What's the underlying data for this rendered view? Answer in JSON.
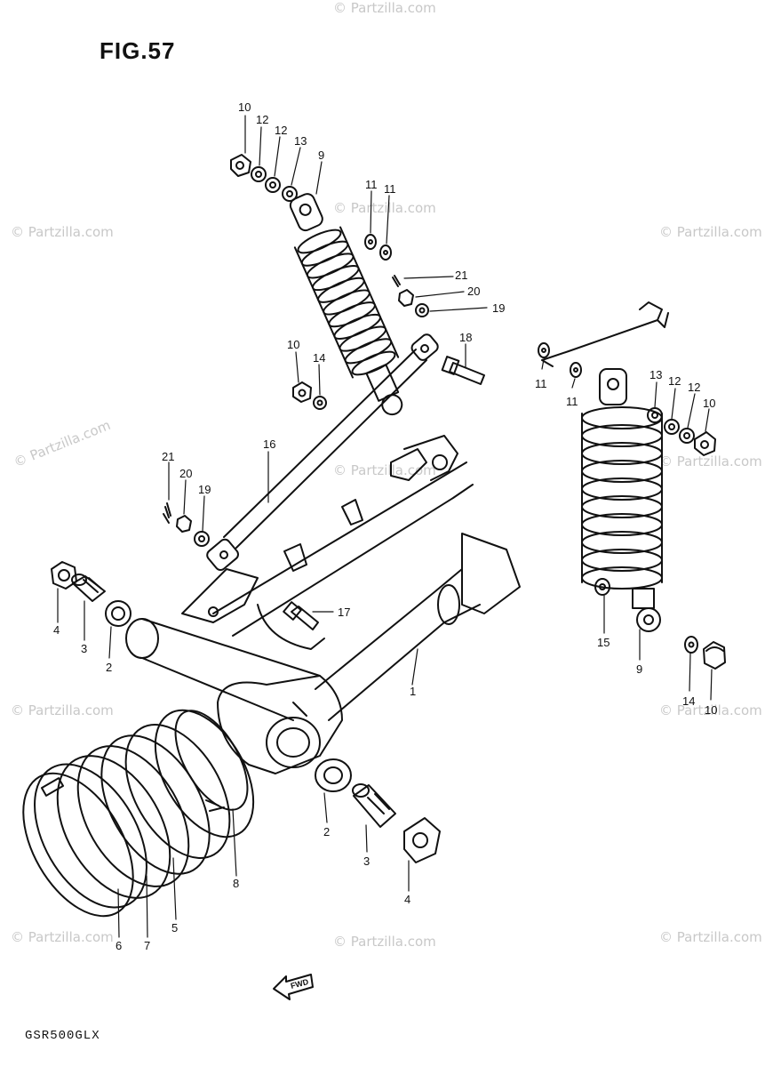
{
  "figure": {
    "title": "FIG.57",
    "model": "GSR500GLX",
    "arrow_label": "FWD"
  },
  "watermark": {
    "text": "© Partzilla.com"
  },
  "callouts": {
    "c10a": "10",
    "c12a": "12",
    "c12b": "12",
    "c13a": "13",
    "c9a": "9",
    "c11a": "11",
    "c11b": "11",
    "c21a": "21",
    "c20a": "20",
    "c19a": "19",
    "c18": "18",
    "c10b": "10",
    "c14a": "14",
    "c16": "16",
    "c21b": "21",
    "c20b": "20",
    "c19b": "19",
    "c11c": "11",
    "c11d": "11",
    "c13b": "13",
    "c12c": "12",
    "c12d": "12",
    "c10c": "10",
    "c4a": "4",
    "c3a": "3",
    "c2a": "2",
    "c17": "17",
    "c1": "1",
    "c15": "15",
    "c9b": "9",
    "c14b": "14",
    "c10d": "10",
    "c2b": "2",
    "c3b": "3",
    "c4b": "4",
    "c8": "8",
    "c5": "5",
    "c7": "7",
    "c6": "6"
  }
}
